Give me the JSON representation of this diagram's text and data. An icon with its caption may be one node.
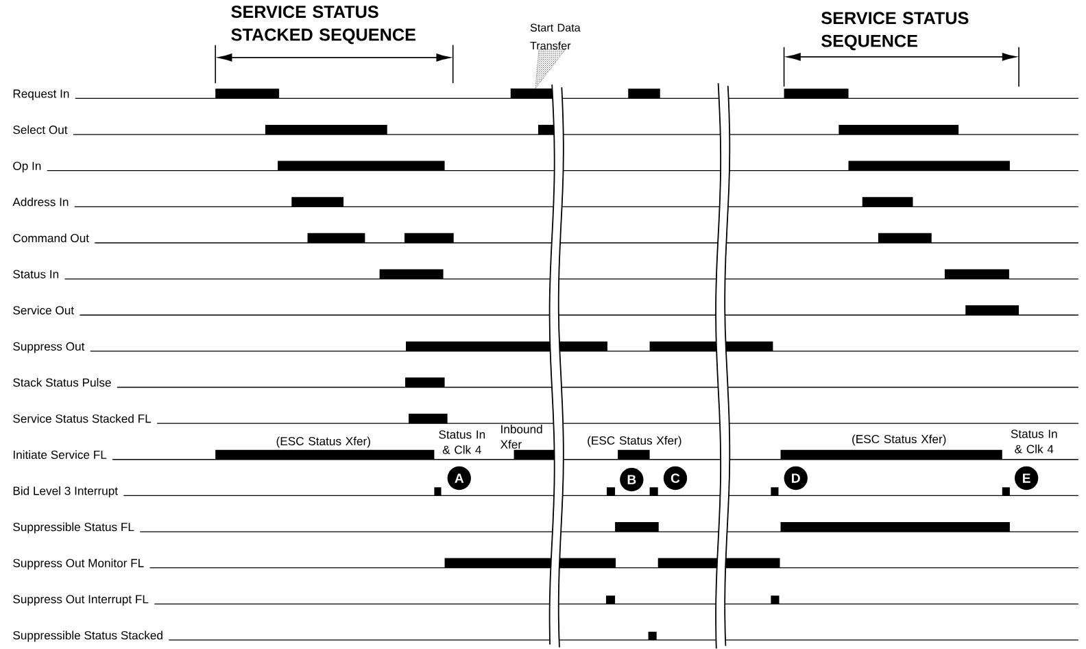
{
  "diagram": {
    "nodes": [
      {
        "text": [
          "Start Data Transfer"
        ]
      },
      {
        "text": [],
        "shape": "bar"
      },
      {
        "text": [
          "A"
        ]
      },
      {
        "text": [
          "B"
        ]
      },
      {
        "text": [
          "C"
        ]
      },
      {
        "text": [
          "D"
        ]
      },
      {
        "text": [
          "E"
        ]
      }
    ],
    "edges": [
      {
        "from": 0,
        "to": 1,
        "arrow": "none"
      }
    ],
    "labels": [
      "SERVICE STATUS STACKED SEQUENCE",
      "SERVICE STATUS SEQUENCE",
      "Request In",
      "Select Out",
      "Op In",
      "Address In",
      "Command Out",
      "Status In",
      "Service Out",
      "Suppress Out",
      "Stack Status Pulse",
      "Service Status Stacked FL",
      "Initiate Service FL",
      "Bid Level 3 Interrupt",
      "Suppressible Status FL",
      "Suppress Out Monitor FL",
      "Suppress Out Interrupt FL",
      "Suppressible Status Stacked",
      "(ESC Status Xfer)",
      "Status In & Clk 4",
      "Inbound Xfer",
      "(ESC Status Xfer)",
      "(ESC Status Xfer)",
      "Status In & Clk 4"
    ]
  }
}
